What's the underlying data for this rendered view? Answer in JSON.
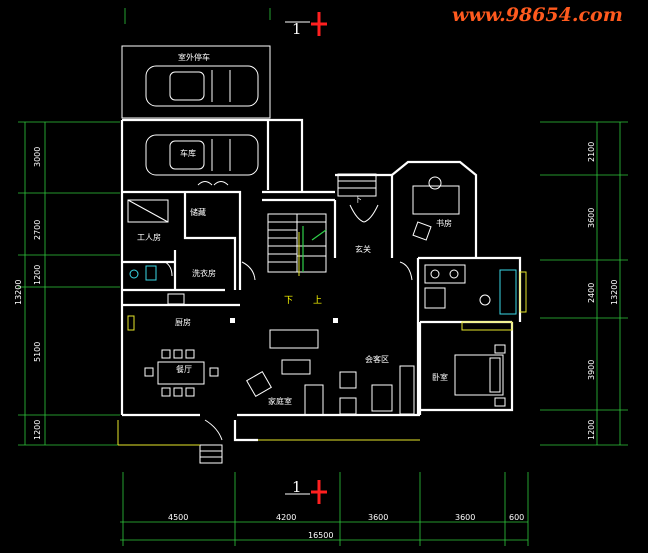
{
  "watermark": "www.98654.com",
  "section_mark": {
    "label": "1"
  },
  "rooms": {
    "outdoor_parking": "室外停车",
    "garage": "车库",
    "storage": "储藏",
    "worker_room": "工人房",
    "laundry": "洗衣房",
    "kitchen": "厨房",
    "dining": "餐厅",
    "family_room": "家庭室",
    "lounge": "会客区",
    "foyer": "玄关",
    "study": "书房",
    "bedroom": "卧室"
  },
  "stair_labels": {
    "down": "下",
    "up": "上",
    "entry_down": "下"
  },
  "dimensions": {
    "left": [
      "3000",
      "2700",
      "1200",
      "5100",
      "1200"
    ],
    "left_total": "13200",
    "right": [
      "2100",
      "3600",
      "2400",
      "3900",
      "1200"
    ],
    "right_total": "13200",
    "bottom": [
      "4500",
      "4200",
      "3600",
      "3600",
      "600"
    ],
    "bottom_total": "16500"
  },
  "colors": {
    "walls": "#ffffff",
    "dimension_lines": "#2fc93c",
    "section_mark": "#ff2020",
    "watermark": "#ff5a1e",
    "furniture": "#e6e62a",
    "fixtures": "#3ad7e6"
  }
}
